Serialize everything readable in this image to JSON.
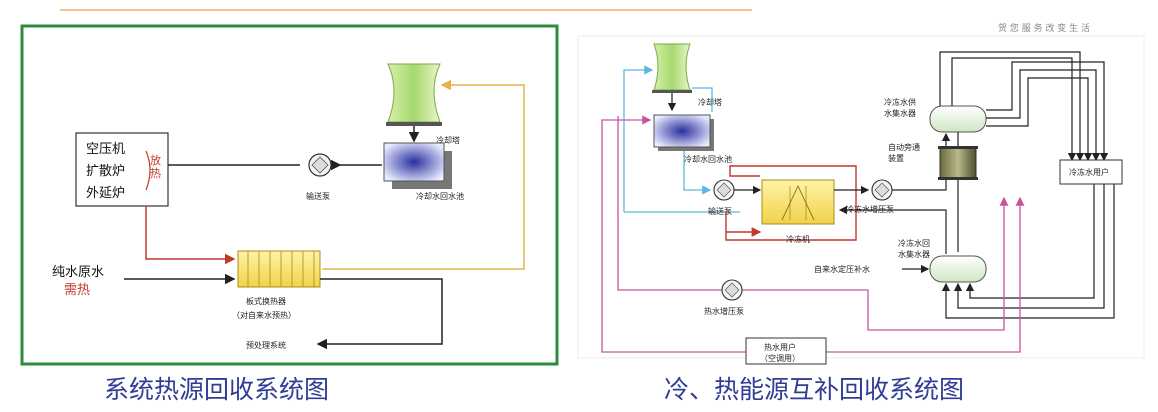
{
  "slogan": "贺 您 服 务 改 变 生 活",
  "left": {
    "sources": [
      "空压机",
      "扩散炉",
      "外延炉"
    ],
    "waste_heat": "放热",
    "pump": "输送泵",
    "pool": "冷却水回水池",
    "tower": "冷却塔",
    "raw_water": "纯水原水",
    "need_heat": "需热",
    "plate_exchanger": "板式换热器",
    "plate_exchanger_note": "（对自来水预热）",
    "pretreatment": "预处理系统",
    "caption": "系统热源回收系统图"
  },
  "right": {
    "tower": "冷却塔",
    "pool": "冷却水回水池",
    "pump": "输送泵",
    "chiller": "冷冻机",
    "chilled_pump": "冷冻水增压泵",
    "hot_pump": "热水增压泵",
    "supply_collector": "冷冻水供水集水器",
    "bypass": "自动旁通装置",
    "return_collector": "冷冻水回水集水器",
    "makeup": "自来水定压补水",
    "chilled_user": "冷冻水用户",
    "hot_user": "热水用户",
    "hot_user_note": "（空调用）",
    "caption": "冷、热能源互补回收系统图"
  },
  "colors": {
    "caption_blue": "#2f3d96",
    "frame_green": "#2e8b3e",
    "red": "#c0392b",
    "gold": "#e4b44a",
    "cyan": "#5ab8e0",
    "magenta": "#c8559a",
    "tower_green": "#a6d86e",
    "pool_blue": "#5560c0"
  }
}
